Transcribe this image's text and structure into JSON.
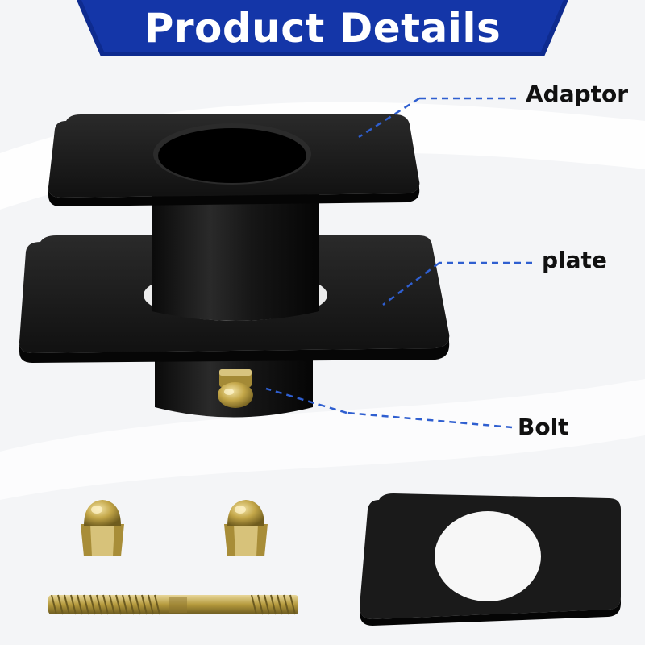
{
  "banner": {
    "title": "Product Details",
    "color": "#1436a8"
  },
  "callouts": {
    "adaptor": "Adaptor",
    "plate": "plate",
    "bolt": "Bolt"
  },
  "colors": {
    "leader_line": "#2f5fd0",
    "part_black": "#141414",
    "hardware_brass": "#b59a3c"
  },
  "icons": {
    "adaptor": "adaptor-assembly-image",
    "plate": "square-plate-image",
    "nuts": "acorn-nut-image",
    "stud": "threaded-stud-image"
  }
}
